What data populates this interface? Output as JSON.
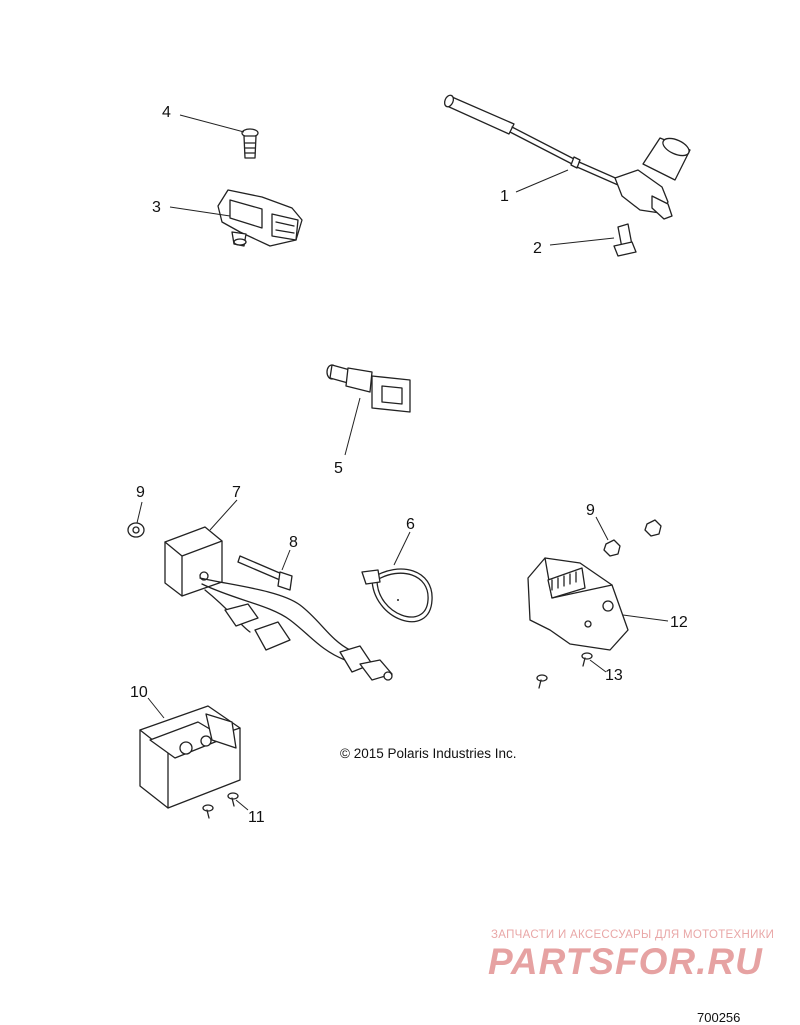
{
  "callouts": [
    "1",
    "2",
    "3",
    "4",
    "5",
    "6",
    "7",
    "8",
    "9",
    "9",
    "10",
    "11",
    "12",
    "13"
  ],
  "copyright": "© 2015 Polaris Industries Inc.",
  "diagram_id": "700256",
  "watermark": {
    "tagline": "ЗАПЧАСТИ И АКСЕССУАРЫ ДЛЯ МОТОТЕХНИКИ",
    "brand": "PARTSFOR.RU",
    "color": "#e6a2a2"
  }
}
